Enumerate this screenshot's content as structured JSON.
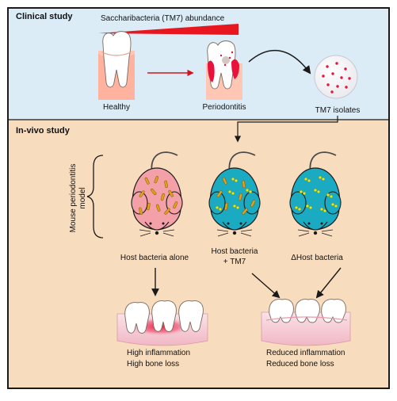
{
  "clinical": {
    "section_label": "Clinical study",
    "abundance_label": "Saccharibacteria (TM7) abundance",
    "healthy_label": "Healthy",
    "periodontitis_label": "Periodontitis",
    "isolates_label": "TM7 isolates"
  },
  "invivo": {
    "section_label": "In-vivo study",
    "model_label_line1": "Mouse periodontitis",
    "model_label_line2": "model",
    "mouse1_label": "Host bacteria alone",
    "mouse2_label_line1": "Host bacteria",
    "mouse2_label_line2": "+ TM7",
    "mouse3_label": "ΔHost bacteria",
    "outcome1_line1": "High inflammation",
    "outcome1_line2": "High bone loss",
    "outcome2_line1": "Reduced inflammation",
    "outcome2_line2": "Reduced bone loss"
  },
  "colors": {
    "clinical_bg": "#dcecf6",
    "invivo_bg": "#f8dcbe",
    "gradient_red": "#e8171f",
    "mouse_pink": "#f4a0a8",
    "mouse_teal": "#1aabc3",
    "bacteria_orange": "#e0a11e",
    "tm7_yellow": "#e8e81c",
    "gum_pink": "#f3c3cf",
    "inflammation_red": "#e8123c"
  }
}
